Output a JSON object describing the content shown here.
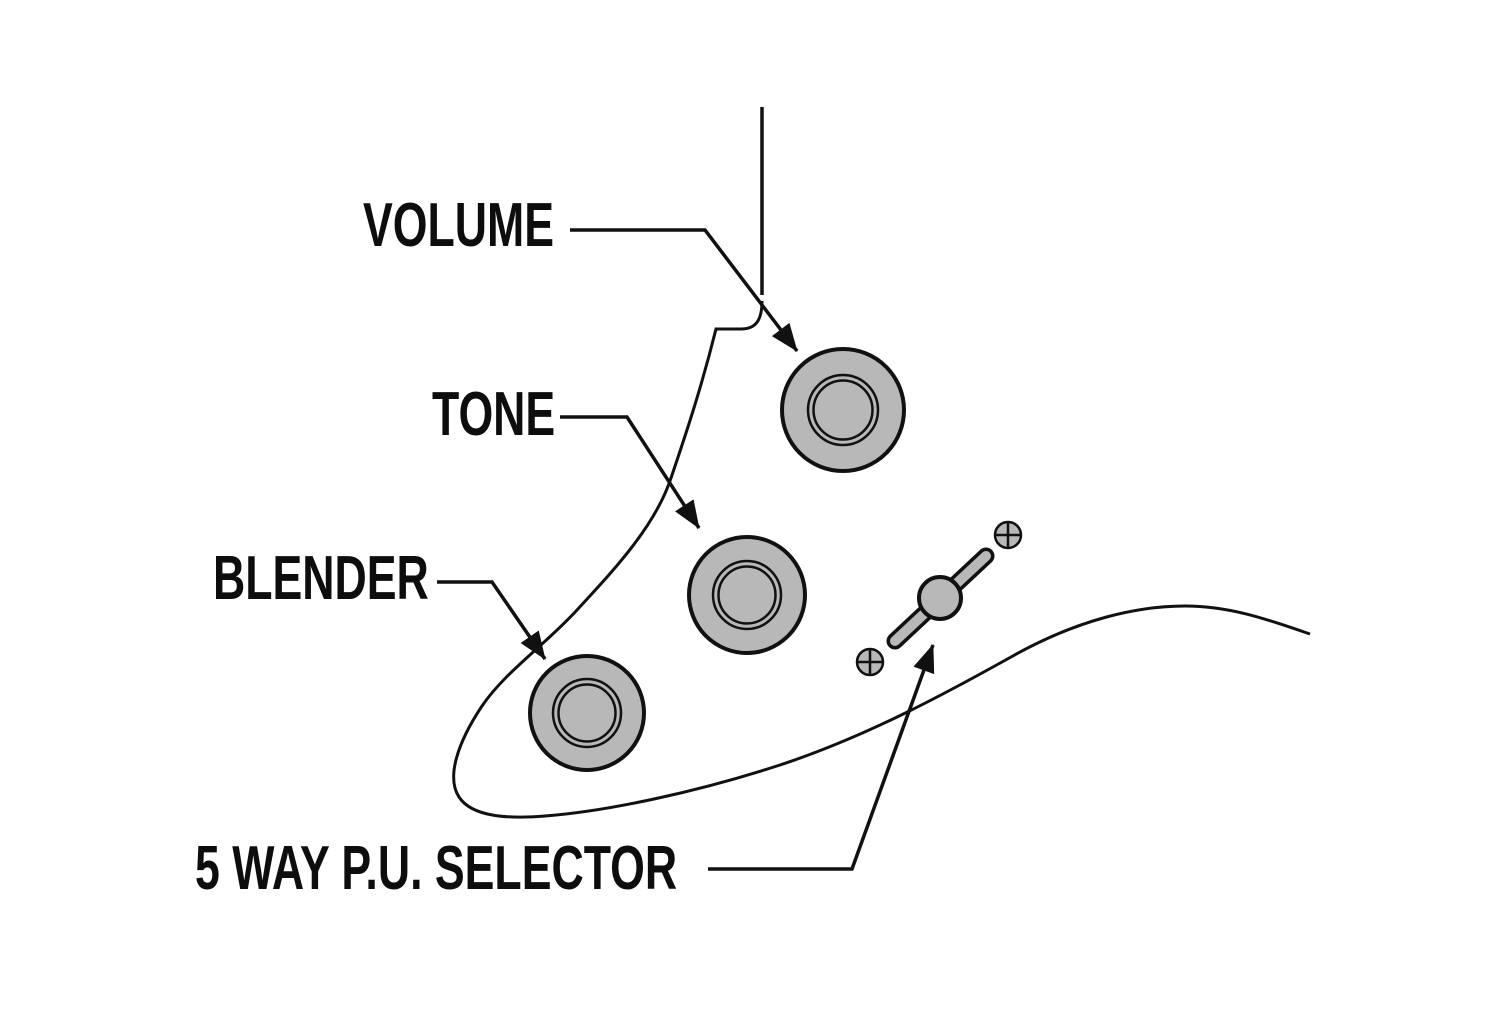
{
  "diagram": {
    "labels": {
      "volume": "VOLUME",
      "tone": "TONE",
      "blender": "BLENDER",
      "selector": "5 WAY P.U. SELECTOR"
    },
    "colors": {
      "background": "#ffffff",
      "outline": "#111111",
      "text": "#0d0d0d",
      "knob_fill": "#b8b8b8"
    },
    "icons": {
      "screw": "phillips-screw-icon",
      "arrowhead": "arrowhead-icon",
      "knob": "control-knob-icon",
      "lever": "selector-lever-icon"
    }
  }
}
